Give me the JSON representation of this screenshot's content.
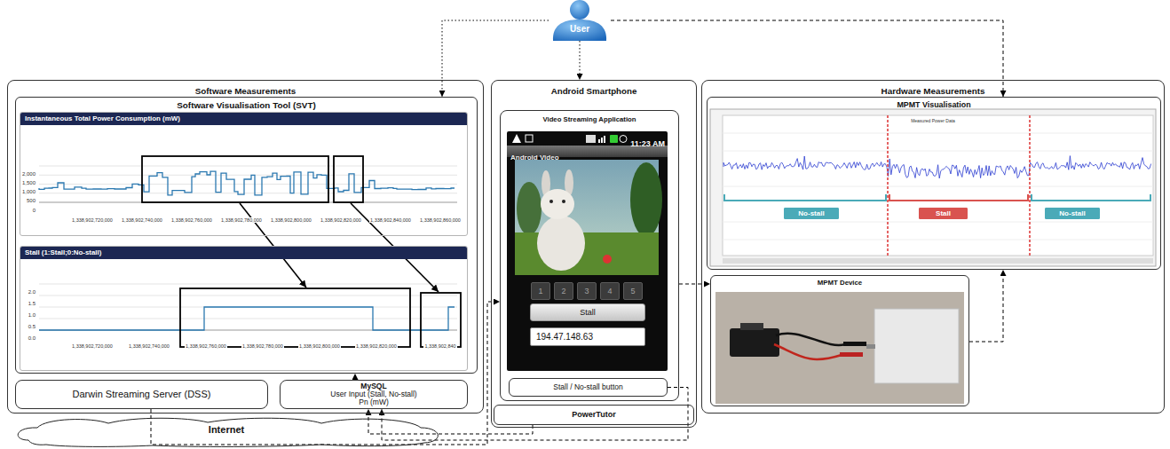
{
  "diagram": {
    "nodes": [
      {
        "text": [
          "User"
        ]
      },
      {
        "text": [
          "Software Measurements"
        ]
      },
      {
        "text": [
          "Software Visualisation Tool (SVT)"
        ],
        "in": 1
      },
      {
        "text": [
          "Instantaneous Total Power Consumption (mW)"
        ],
        "in": 2
      },
      {
        "text": [
          "Stall (1:Stall;0:No-stall)"
        ],
        "in": 2
      },
      {
        "text": [
          "Darwin Streaming Server (DSS)"
        ],
        "in": 1
      },
      {
        "text": [
          "MySQL",
          "User Input (Stall, No-stall)",
          "Pn (mW)"
        ],
        "in": 1
      },
      {
        "text": [
          "Android Smartphone"
        ]
      },
      {
        "text": [
          "Video Streaming Application"
        ],
        "in": 7
      },
      {
        "text": [
          "1"
        ],
        "in": 8
      },
      {
        "text": [
          "2"
        ],
        "in": 8
      },
      {
        "text": [
          "3"
        ],
        "in": 8
      },
      {
        "text": [
          "4"
        ],
        "in": 8
      },
      {
        "text": [
          "5"
        ],
        "in": 8
      },
      {
        "text": [
          "Stall"
        ],
        "in": 8
      },
      {
        "text": [
          "194.47.148.63"
        ],
        "in": 8
      },
      {
        "text": [
          "Stall / No-stall button"
        ],
        "in": 8
      },
      {
        "text": [
          "PowerTutor"
        ],
        "in": 7
      },
      {
        "text": [
          "Hardware Measurements"
        ]
      },
      {
        "text": [
          "MPMT Visualisation"
        ],
        "in": 18
      },
      {
        "text": [
          "No-stall"
        ],
        "in": 19
      },
      {
        "text": [
          "Stall"
        ],
        "in": 19
      },
      {
        "text": [
          "No-stall"
        ],
        "in": 19
      },
      {
        "text": [
          "MPMT Device"
        ],
        "in": 18
      },
      {
        "text": [
          "Internet"
        ]
      }
    ],
    "edges": [
      {
        "from": 0,
        "to": 2,
        "arrow": "to"
      },
      {
        "from": 0,
        "to": 7,
        "arrow": "to"
      },
      {
        "from": 0,
        "to": 19,
        "arrow": "to"
      },
      {
        "from": 6,
        "to": 2,
        "arrow": "to"
      },
      {
        "from": 5,
        "to": 8,
        "arrow": "to"
      },
      {
        "from": 16,
        "to": 6,
        "arrow": "to"
      },
      {
        "from": 17,
        "to": 6,
        "arrow": "to"
      },
      {
        "from": 8,
        "to": 23,
        "arrow": "to"
      },
      {
        "from": 23,
        "to": 19,
        "arrow": "to"
      }
    ],
    "labels": [
      "2,000",
      "1,500",
      "1,000",
      "500",
      "0",
      "1,338,902,720,000",
      "1,338,902,740,000",
      "1,338,902,760,000",
      "1,338,902,780,000",
      "1,338,902,800,000",
      "1,338,902,820,000",
      "1,338,902,840,000",
      "1,338,902,860,000",
      "2.0",
      "1.5",
      "1.0",
      "0.5",
      "0.0",
      "1,338,902,720,000",
      "1,338,902,740,000",
      "1,338,902,760,000",
      "1,338,902,780,000",
      "1,338,902,800,000",
      "1,338,902,820,000",
      "1,338,902,840",
      "11:23 AM",
      "Android Video",
      "Measured Power Data"
    ]
  }
}
